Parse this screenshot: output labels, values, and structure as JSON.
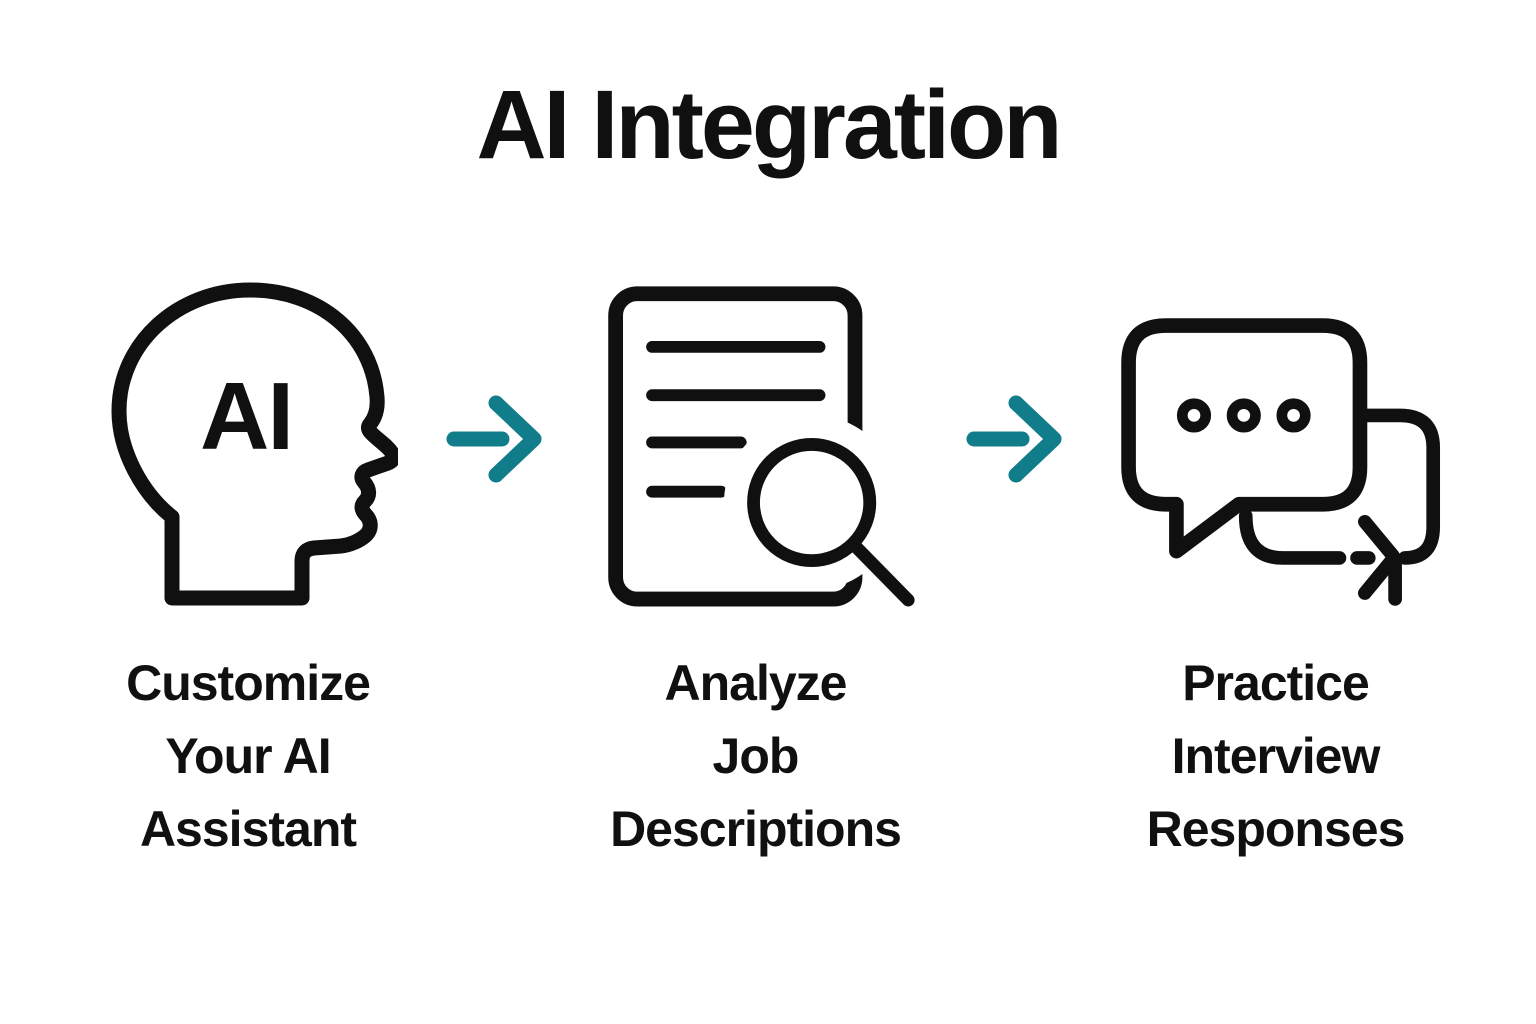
{
  "page": {
    "background": "#ffffff"
  },
  "colors": {
    "ink": "#101010",
    "accent": "#117d8a"
  },
  "header": {
    "title": "AI Integration"
  },
  "steps": [
    {
      "id": "customize-ai-assistant",
      "icon": "ai-head-icon",
      "icon_text": "AI",
      "lines": [
        "Customize",
        "Your AI",
        "Assistant"
      ]
    },
    {
      "id": "analyze-job-descriptions",
      "icon": "document-search-icon",
      "lines": [
        "Analyze",
        "Job",
        "Descriptions"
      ]
    },
    {
      "id": "practice-interview-responses",
      "icon": "chat-bubbles-icon",
      "lines": [
        "Practice",
        "Interview",
        "Responses"
      ]
    }
  ],
  "connectors": [
    {
      "icon": "arrow-right-icon",
      "direction": "right"
    },
    {
      "icon": "arrow-right-icon",
      "direction": "right"
    }
  ]
}
